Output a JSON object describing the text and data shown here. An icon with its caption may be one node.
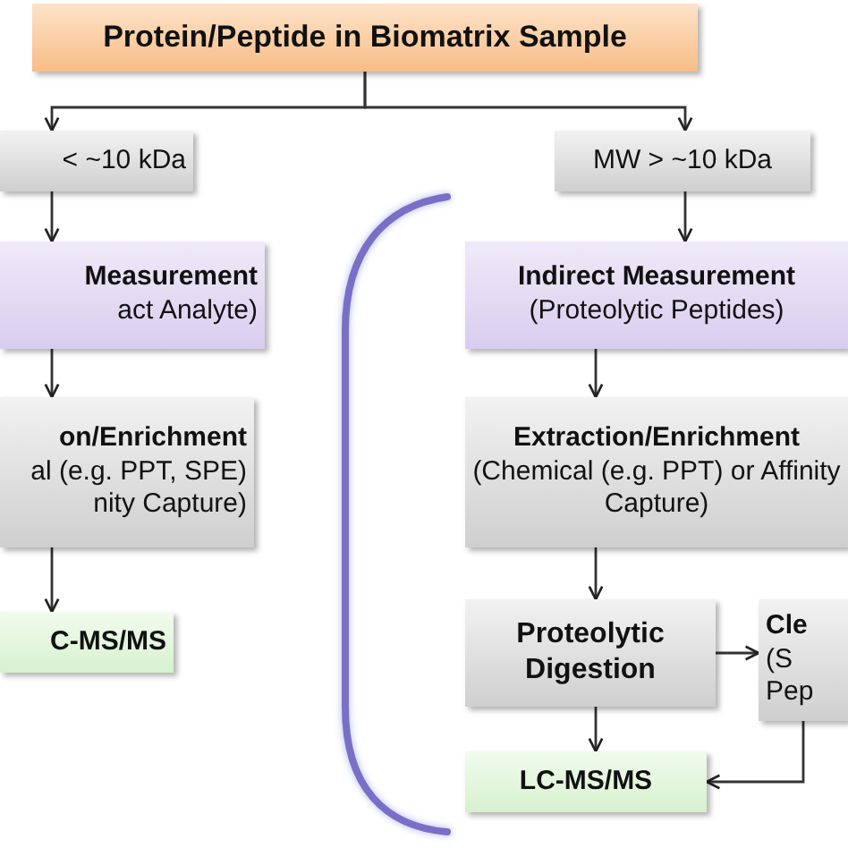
{
  "diagram": {
    "nodes": [
      {
        "text": [
          "Protein/Peptide in Biomatrix Sample"
        ]
      },
      {
        "text": [
          "< ~10 kDa"
        ]
      },
      {
        "text": [
          "Measurement",
          "act Analyte)"
        ]
      },
      {
        "text": [
          "on/Enrichment",
          "al (e.g. PPT, SPE) nity Capture)"
        ]
      },
      {
        "text": [
          "C-MS/MS"
        ]
      },
      {
        "text": [
          "MW > ~10 kDa"
        ]
      },
      {
        "text": [
          "Indirect Measurement",
          "(Proteolytic Peptides)"
        ]
      },
      {
        "text": [
          "Extraction/Enrichment",
          "(Chemical (e.g. PPT) or Affinity Capture)"
        ]
      },
      {
        "text": [
          "Proteolytic Digestion"
        ]
      },
      {
        "text": [
          "Cle",
          "(S Pep"
        ]
      },
      {
        "text": [
          "LC-MS/MS"
        ]
      }
    ],
    "edges": [
      {
        "from": 0,
        "to": 1,
        "arrow": "to"
      },
      {
        "from": 0,
        "to": 5,
        "arrow": "to"
      },
      {
        "from": 1,
        "to": 2,
        "arrow": "to"
      },
      {
        "from": 2,
        "to": 3,
        "arrow": "to"
      },
      {
        "from": 3,
        "to": 4,
        "arrow": "to"
      },
      {
        "from": 5,
        "to": 6,
        "arrow": "to"
      },
      {
        "from": 6,
        "to": 7,
        "arrow": "to"
      },
      {
        "from": 7,
        "to": 8,
        "arrow": "to"
      },
      {
        "from": 8,
        "to": 9,
        "arrow": "to"
      },
      {
        "from": 8,
        "to": 10,
        "arrow": "to"
      },
      {
        "from": 9,
        "to": 10,
        "arrow": "to"
      }
    ]
  }
}
